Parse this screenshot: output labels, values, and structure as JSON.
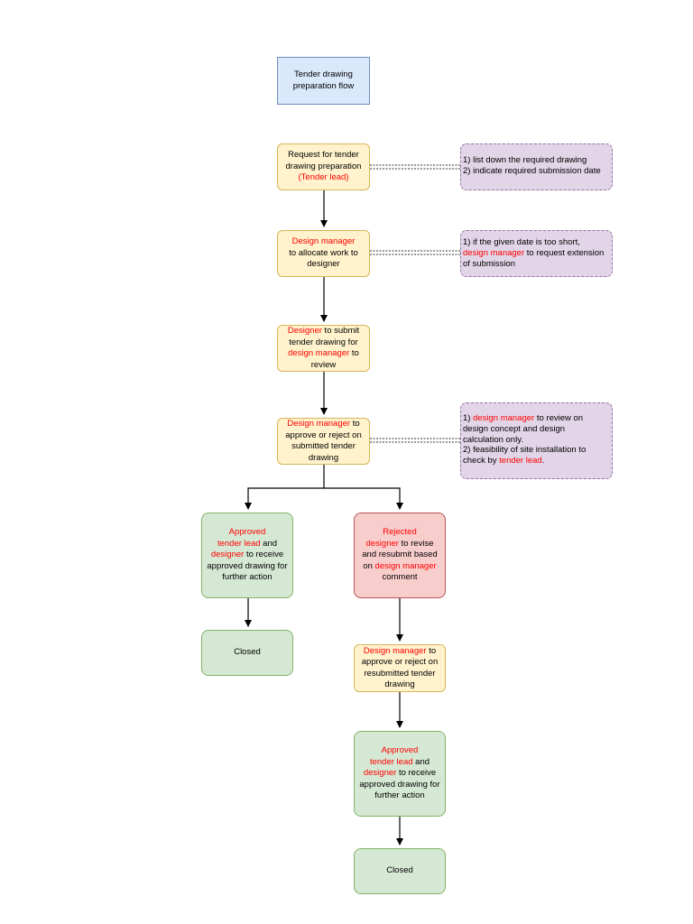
{
  "title": {
    "line1": "Tender drawing",
    "line2": "preparation flow"
  },
  "steps": {
    "s1": {
      "l1": "Request for tender",
      "l2": "drawing preparation",
      "l3": "(Tender lead)"
    },
    "s2": {
      "l1": "Design manager",
      "l2": "to allocate work to",
      "l3": "designer"
    },
    "s3": {
      "l1a": "Designer",
      "l1b": " to submit",
      "l2": "tender drawing for",
      "l3a": "design manager",
      "l3b": " to",
      "l4": "review"
    },
    "s4": {
      "l1a": "Design manager",
      "l1b": " to",
      "l2": "approve or reject on",
      "l3": "submitted tender",
      "l4": "drawing"
    },
    "approved1": {
      "l1": "Approved",
      "l2a": "tender lead",
      "l2b": " and",
      "l3a": "designer",
      "l3b": " to receive",
      "l4": "approved drawing for",
      "l5": "further action"
    },
    "closed1": "Closed",
    "rejected": {
      "l1": "Rejected",
      "l2a": "designer",
      "l2b": " to revise",
      "l3": "and resubmit based",
      "l4a": "on ",
      "l4b": "design manager",
      "l5": "comment"
    },
    "s5": {
      "l1a": "Design manager",
      "l1b": " to",
      "l2": "approve or reject on",
      "l3": "resubmitted tender",
      "l4": "drawing"
    },
    "approved2": {
      "l1": "Approved",
      "l2a": "tender lead",
      "l2b": " and",
      "l3a": "designer",
      "l3b": " to receive",
      "l4": "approved drawing for",
      "l5": "further action"
    },
    "closed2": "Closed"
  },
  "notes": {
    "n1": {
      "l1": "1) list down the required drawing",
      "l2": "2) indicate required submission date"
    },
    "n2": {
      "l1": "1) if the given date is too short,",
      "l2a": "design manager",
      "l2b": " to request extension",
      "l3": "of submission"
    },
    "n3": {
      "l1a": "1) ",
      "l1b": "design manager",
      "l1c": " to review on",
      "l2": "design concept and design",
      "l3": "calculation only.",
      "l4": "2) feasibility of site installation to",
      "l5a": "check by ",
      "l5b": "tender lead",
      "l5c": "."
    }
  },
  "colors": {
    "title_fill": "#dae8fc",
    "step_fill": "#fff2cc",
    "approved_fill": "#d5e8d4",
    "rejected_fill": "#f8cecc",
    "note_fill": "#e1d5e7",
    "highlight": "#ff0000"
  }
}
